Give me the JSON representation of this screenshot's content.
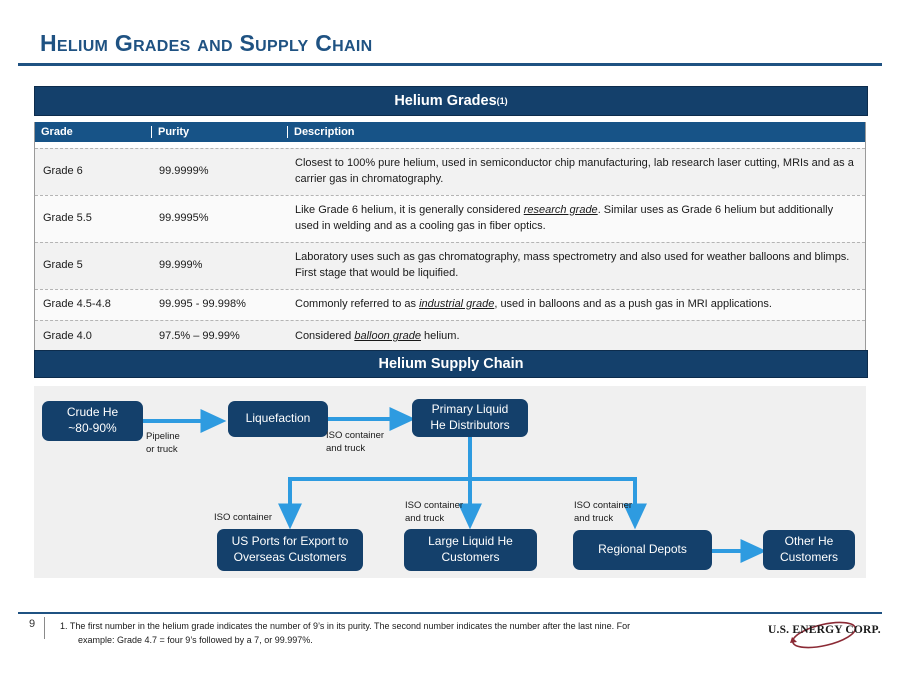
{
  "slide": {
    "title": "Helium Grades and Supply Chain",
    "page_number": "9"
  },
  "grades_section": {
    "banner_title": "Helium Grades",
    "banner_superscript": "(1)",
    "columns": [
      "Grade",
      "Purity",
      "Description"
    ],
    "rows": [
      {
        "grade": "Grade 6",
        "purity": "99.9999%",
        "description": "Closest to 100% pure helium, used in semiconductor chip manufacturing, lab research laser cutting, MRIs and as a carrier gas in chromatography."
      },
      {
        "grade": "Grade 5.5",
        "purity": "99.9995%",
        "description_pre": "Like Grade 6 helium, it is generally considered ",
        "description_em": "research grade",
        "description_post": ". Similar uses as Grade 6 helium but additionally used in welding and as a cooling gas in fiber optics."
      },
      {
        "grade": "Grade 5",
        "purity": "99.999%",
        "description": "Laboratory uses such as gas chromatography, mass spectrometry and also used for weather balloons and blimps. First stage that would be liquified."
      },
      {
        "grade": "Grade 4.5-4.8",
        "purity": "99.995 - 99.998%",
        "description_pre": "Commonly referred to as ",
        "description_em": "industrial grade",
        "description_post": ", used in balloons and as a push gas in MRI applications."
      },
      {
        "grade": "Grade 4.0",
        "purity": "97.5% – 99.99%",
        "description_pre": "Considered ",
        "description_em": "balloon grade",
        "description_post": " helium."
      }
    ]
  },
  "supply_chain": {
    "banner_title": "Helium Supply Chain",
    "nodes": [
      {
        "id": "crude-he",
        "label": "Crude He\n~80-90%"
      },
      {
        "id": "liquefaction",
        "label": "Liquefaction"
      },
      {
        "id": "primary-distributors",
        "label": "Primary Liquid\nHe Distributors"
      },
      {
        "id": "us-ports",
        "label": "US Ports for Export to\nOverseas Customers"
      },
      {
        "id": "large-liquid",
        "label": "Large Liquid He\nCustomers"
      },
      {
        "id": "regional-depots",
        "label": "Regional Depots"
      },
      {
        "id": "other-customers",
        "label": "Other He\nCustomers"
      }
    ],
    "edge_labels": [
      {
        "id": "crude-to-liq",
        "text": "Pipeline\nor truck"
      },
      {
        "id": "liq-to-primary",
        "text": "ISO container\nand truck"
      },
      {
        "id": "primary-to-ports",
        "text": "ISO container"
      },
      {
        "id": "primary-to-large",
        "text": "ISO container\nand truck"
      },
      {
        "id": "primary-to-depots",
        "text": "ISO container\nand truck"
      }
    ]
  },
  "footer": {
    "footnote_line1": "1. The first number in the helium grade indicates the number of 9’s in its purity. The second number indicates the number after the last nine. For",
    "footnote_line2": "example: Grade 4.7 = four 9’s followed by a 7, or 99.997%.",
    "logo_text": "U.S. ENERGY CORP."
  },
  "colors": {
    "brand_navy": "#14406B",
    "title_blue": "#1F5282",
    "header_blue": "#175387",
    "arrow_blue": "#2E9BE0",
    "panel_gray": "#f0f0f0",
    "logo_red": "#8B2A35"
  }
}
